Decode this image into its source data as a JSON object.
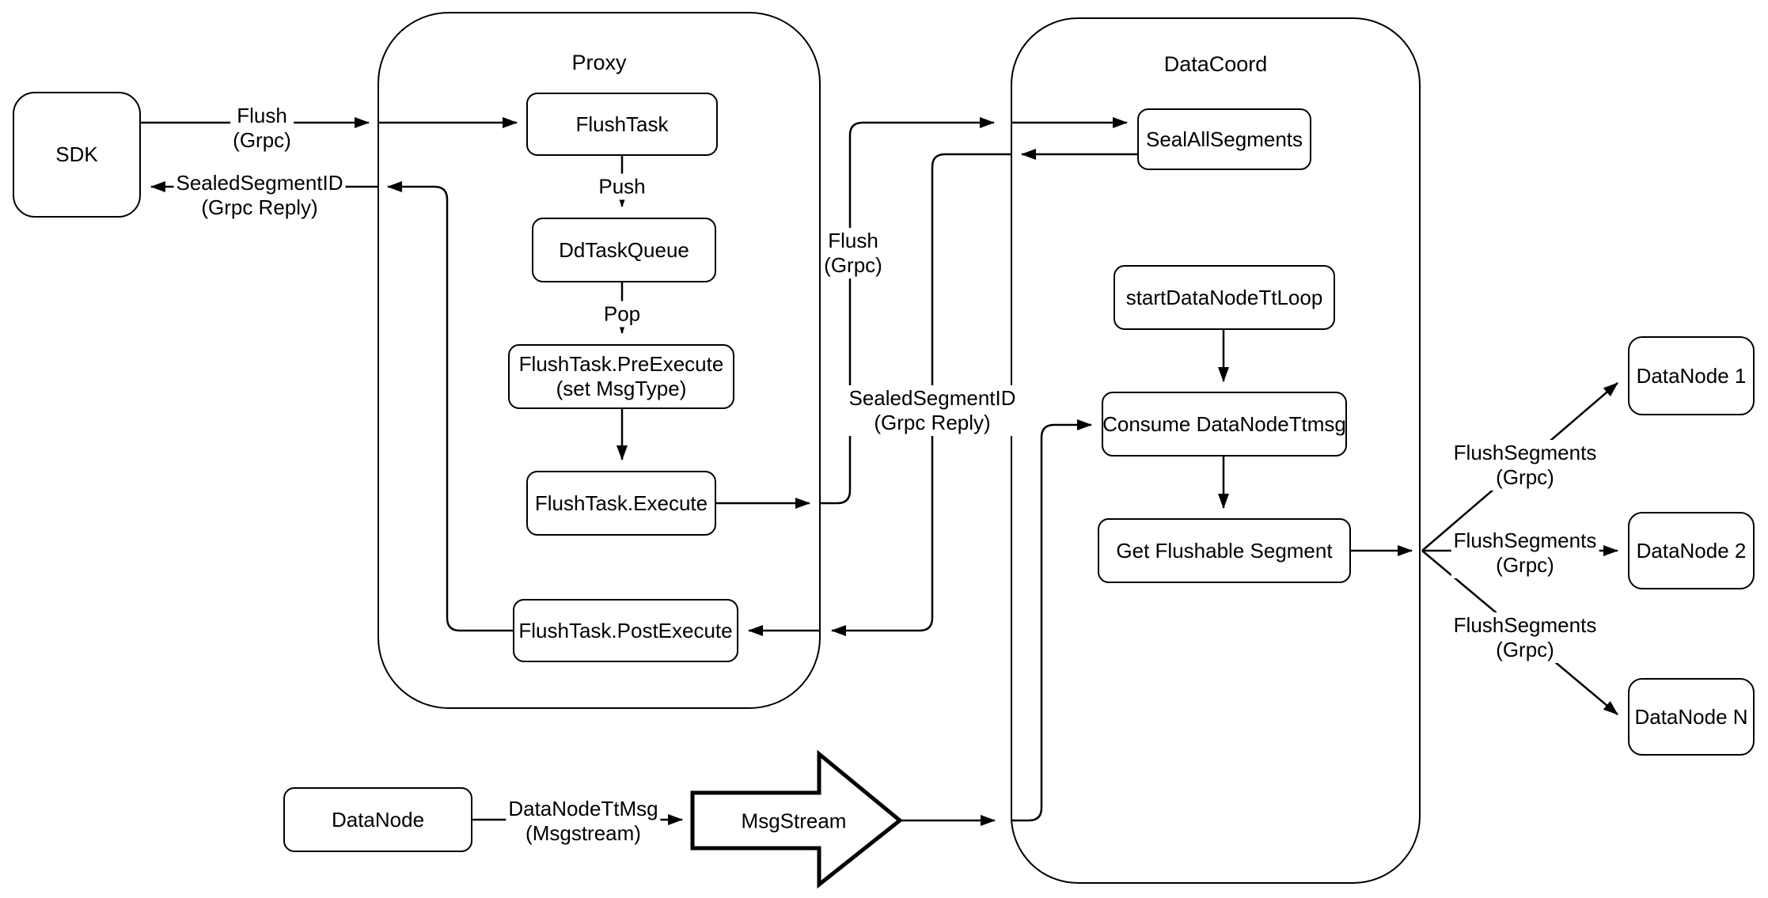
{
  "diagram": {
    "containers": {
      "proxy": {
        "title": "Proxy"
      },
      "datacoord": {
        "title": "DataCoord"
      }
    },
    "nodes": {
      "sdk": {
        "label": "SDK"
      },
      "flush_task": {
        "label": "FlushTask"
      },
      "dd_task_queue": {
        "label": "DdTaskQueue"
      },
      "pre_execute": {
        "lines": [
          "FlushTask.PreExecute",
          "(set MsgType)"
        ]
      },
      "execute": {
        "label": "FlushTask.Execute"
      },
      "post_execute": {
        "label": "FlushTask.PostExecute"
      },
      "seal_all_segments": {
        "label": "SealAllSegments"
      },
      "start_datanode_tt_loop": {
        "label": "startDataNodeTtLoop"
      },
      "consume_datanode_ttmsg": {
        "label": "Consume DataNodeTtmsg"
      },
      "get_flushable_segment": {
        "label": "Get Flushable Segment"
      },
      "datanode_source": {
        "label": "DataNode"
      },
      "msgstream": {
        "label": "MsgStream"
      },
      "datanode_1": {
        "label": "DataNode 1"
      },
      "datanode_2": {
        "label": "DataNode 2"
      },
      "datanode_n": {
        "label": "DataNode N"
      }
    },
    "edge_labels": {
      "flush_grpc_sdk": {
        "lines": [
          "Flush",
          "(Grpc)"
        ]
      },
      "sealed_segment_id_sdk": {
        "lines": [
          "SealedSegmentID",
          "(Grpc Reply)"
        ]
      },
      "push": {
        "label": "Push"
      },
      "pop": {
        "label": "Pop"
      },
      "flush_grpc_mid": {
        "lines": [
          "Flush",
          "(Grpc)"
        ]
      },
      "sealed_segment_id_mid": {
        "lines": [
          "SealedSegmentID",
          "(Grpc Reply)"
        ]
      },
      "flush_segments_1": {
        "lines": [
          "FlushSegments",
          "(Grpc)"
        ]
      },
      "flush_segments_2": {
        "lines": [
          "FlushSegments",
          "(Grpc)"
        ]
      },
      "flush_segments_3": {
        "lines": [
          "FlushSegments",
          "(Grpc)"
        ]
      },
      "datanode_tt_msg": {
        "lines": [
          "DataNodeTtMsg",
          "(Msgstream)"
        ]
      }
    },
    "colors": {
      "stroke": "#000000",
      "background": "#ffffff"
    }
  }
}
